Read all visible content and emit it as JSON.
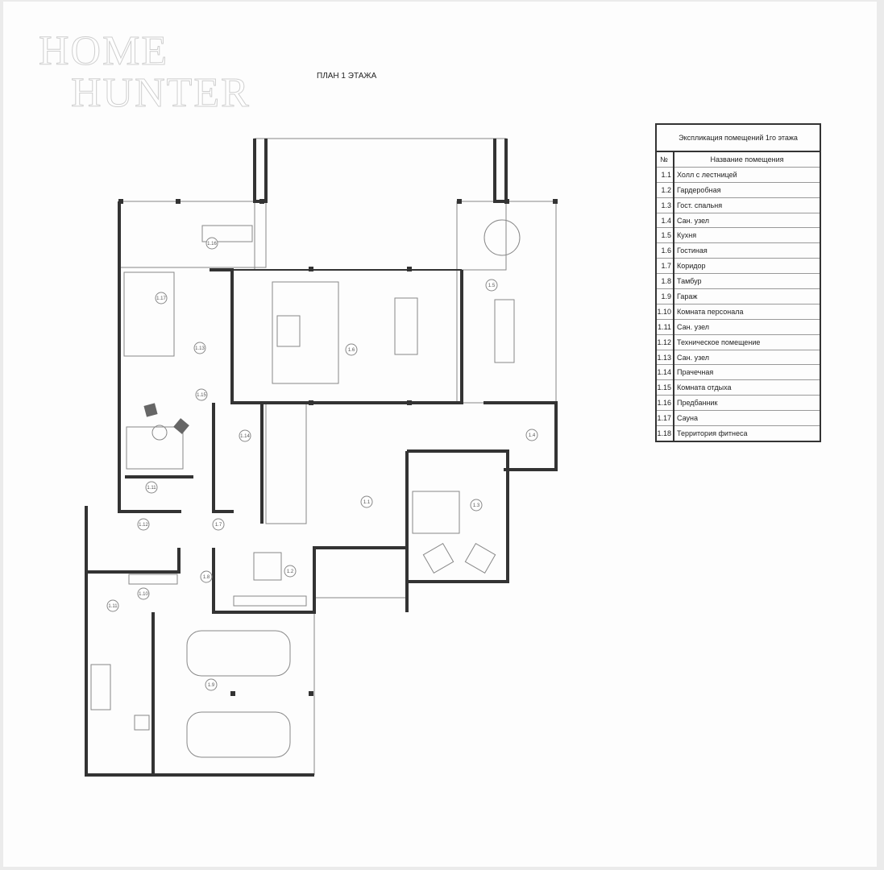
{
  "logo": {
    "line1": "HOME",
    "line2": "HUNTER"
  },
  "title": "ПЛАН 1 ЭТАЖА",
  "legend": {
    "title": "Экспликация помещений 1го этажа",
    "col_no": "№",
    "col_name": "Название помещения",
    "rows": [
      {
        "no": "1.1",
        "name": "Холл с лестницей"
      },
      {
        "no": "1.2",
        "name": "Гардеробная"
      },
      {
        "no": "1.3",
        "name": "Гост. спальня"
      },
      {
        "no": "1.4",
        "name": "Сан. узел"
      },
      {
        "no": "1.5",
        "name": "Кухня"
      },
      {
        "no": "1.6",
        "name": "Гостиная"
      },
      {
        "no": "1.7",
        "name": "Коридор"
      },
      {
        "no": "1.8",
        "name": "Тамбур"
      },
      {
        "no": "1.9",
        "name": "Гараж"
      },
      {
        "no": "1.10",
        "name": "Комната персонала"
      },
      {
        "no": "1.11",
        "name": "Сан. узел"
      },
      {
        "no": "1.12",
        "name": "Техническое помещение"
      },
      {
        "no": "1.13",
        "name": "Сан. узел"
      },
      {
        "no": "1.14",
        "name": "Прачечная"
      },
      {
        "no": "1.15",
        "name": "Комната отдыха"
      },
      {
        "no": "1.16",
        "name": "Предбанник"
      },
      {
        "no": "1.17",
        "name": "Сауна"
      },
      {
        "no": "1.18",
        "name": "Территория фитнеса"
      }
    ]
  },
  "plan_labels": [
    "1.16",
    "1.17",
    "1.13",
    "1.15",
    "1.14",
    "1.11",
    "1.12",
    "1.7",
    "1.6",
    "1.5",
    "1.4",
    "1.1",
    "1.3",
    "1.2",
    "1.8",
    "1.10",
    "1.11",
    "1.9"
  ],
  "colors": {
    "wall": "#333333",
    "line": "#888888",
    "paper": "#fdfdfd"
  }
}
